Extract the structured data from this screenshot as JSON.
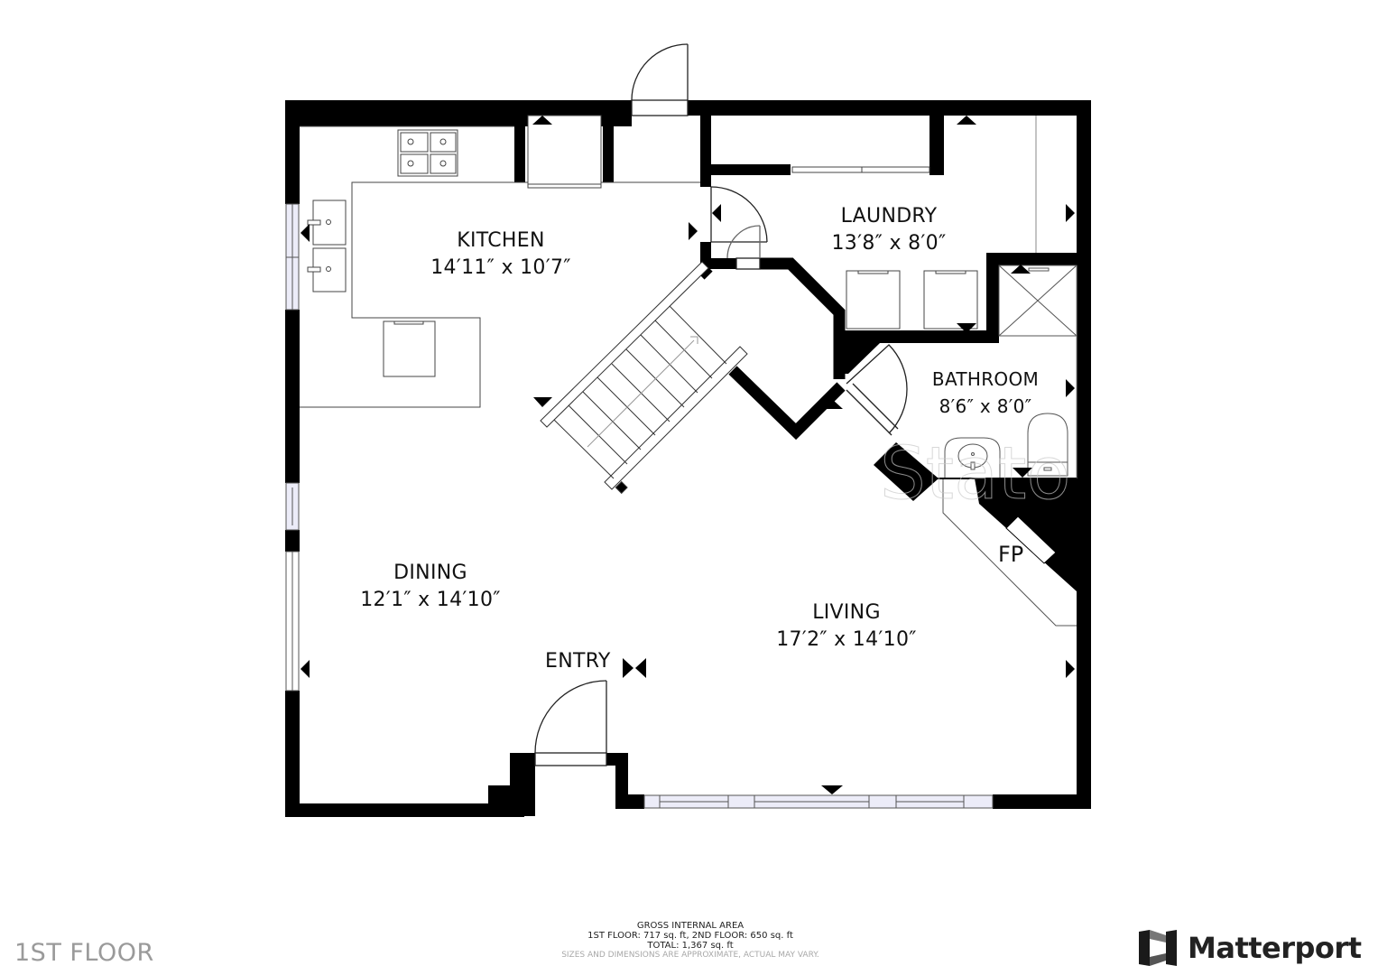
{
  "floor": {
    "name": "1ST FLOOR"
  },
  "rooms": [
    {
      "id": "kitchen",
      "name": "KITCHEN",
      "dimensions": "14′11″ x 10′7″"
    },
    {
      "id": "laundry",
      "name": "LAUNDRY",
      "dimensions": "13′8″ x 8′0″"
    },
    {
      "id": "bathroom",
      "name": "BATHROOM",
      "dimensions": "8′6″ x 8′0″"
    },
    {
      "id": "dining",
      "name": "DINING",
      "dimensions": "12′1″ x 14′10″"
    },
    {
      "id": "living",
      "name": "LIVING",
      "dimensions": "17′2″ x 14′10″"
    }
  ],
  "labels": {
    "entry": "ENTRY",
    "fireplace": "FP"
  },
  "area_summary": {
    "title": "GROSS INTERNAL AREA",
    "floors_line": "1ST FLOOR: 717 sq. ft, 2ND FLOOR: 650 sq. ft",
    "total_line": "TOTAL: 1,367 sq. ft",
    "disclaimer": "SIZES AND DIMENSIONS ARE APPROXIMATE, ACTUAL MAY VARY."
  },
  "brand": {
    "name": "Matterport",
    "icon": "matterport-logo-icon"
  },
  "watermark": {
    "text": "Stato"
  },
  "colors": {
    "wall": "#000000",
    "window_glass": "#ececf8",
    "fixture_line": "#333333",
    "floor_label": "#9a9a9a",
    "disclaimer": "#a8a8a8"
  }
}
